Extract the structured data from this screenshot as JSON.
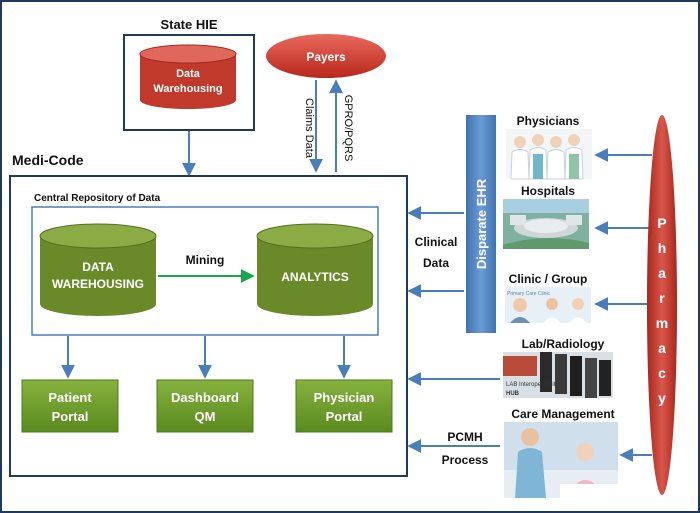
{
  "state_hie": {
    "title": "State HIE",
    "cylinder_line1": "Data",
    "cylinder_line2": "Warehousing"
  },
  "payers": {
    "label": "Payers",
    "claims_label": "Claims Data",
    "gpro_label": "GPRO/PQRS"
  },
  "medicode": {
    "title": "Medi-Code",
    "repository_title": "Central Repository of Data",
    "data_warehousing_line1": "DATA",
    "data_warehousing_line2": "WAREHOUSING",
    "mining_label": "Mining",
    "analytics_label": "ANALYTICS",
    "portals": [
      {
        "line1": "Patient",
        "line2": "Portal"
      },
      {
        "line1": "Dashboard",
        "line2": "QM"
      },
      {
        "line1": "Physician",
        "line2": "Portal"
      }
    ]
  },
  "disparate_ehr": "Disparate  EHR",
  "clinical_data": {
    "line1": "Clinical",
    "line2": "Data"
  },
  "pcmh": {
    "line1": "PCMH",
    "line2": "Process"
  },
  "sources": [
    {
      "label": "Physicians"
    },
    {
      "label": "Hospitals"
    },
    {
      "label": "Clinic / Group",
      "image_caption": "Primary Care Clinic"
    },
    {
      "label": "Lab/Radiology",
      "image_caption_line1": "LAB Interoperability",
      "image_caption_line2": "HUB"
    },
    {
      "label": "Care Management"
    }
  ],
  "pharmacy": [
    "P",
    "h",
    "a",
    "r",
    "m",
    "a",
    "c",
    "y"
  ],
  "colors": {
    "frame": "#1f3a5f",
    "arrow": "#4a7ebb",
    "green_fill": "#6a8a2a",
    "green_top": "#8bab44",
    "red_fill": "#c0392b",
    "ehr_bar": "#4a7ebb",
    "portal_fill": "#6e9b2c"
  }
}
